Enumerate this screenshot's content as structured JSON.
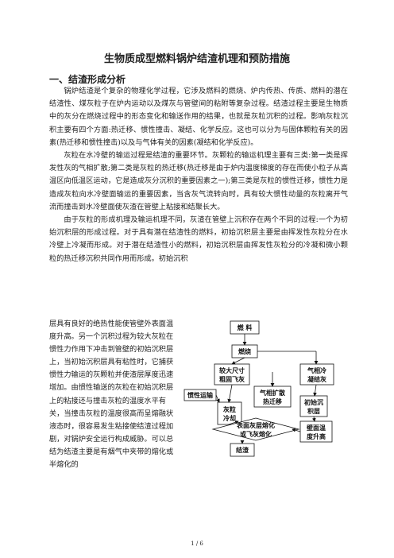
{
  "title": "生物质成型燃料锅炉结渣机理和预防措施",
  "section1": "一、结渣形成分析",
  "paragraphs": [
    "锅炉结渣是个复杂的物理化学过程，它涉及燃料的燃烧、炉内传热、传质、燃料的潜在结渣性、煤灰粒子在炉内运动以及煤灰与管壁间的粘附等复杂过程。结渣过程主要是生物质中的灰分在燃烧过程中的形态变化和输送作用的结果，也就是灰粒沉积的过程。影响灰粒沉积主要有四个方面:热迁移、惯性撞击、凝结、化学反应。这也可以分为与固体颗粒有关的因素(热迁移和惯性撞击)以及与气体有关的因素(凝结和化学反应)。",
    "灰粒在水冷壁的输运过程是结渣的重要环节。灰颗粒的输运机理主要有三类:第一类是挥发性灰的气相扩散;第二类是灰粒的热迁移(热迁移是由于炉内温度梯度的存在而使小粒子从高温区向低温区运动，它是造成灰分沉积的重要因素之一);第三类是灰粒的惯性迁移，惯性力是造成灰粒向水冷壁面输运的重要因素，当含灰气流转向时，具有较大惯性动量的灰粒离开气流而撞击到水冷壁面使灰渣在管壁上粘接和结聚长大。",
    "由于灰粒的形成机理及输运机理不同，灰渣在管壁上沉积存在两个不同的过程:一个为初始沉积层的形成过程。对于具有潜在结渣性的燃料，初始沉积层主要是由挥发性灰粒分在水冷壁上冷凝而形成。对于潜在结渣性小的燃料，初始沉积层由挥发性灰粒分的冷凝和微小颗粒的热迁移沉积共同作用而形成。初始沉积"
  ],
  "wrap_text": "层具有良好的绝热性能使管壁外表面温度升高。另一个沉积过程为较大灰粒在惯性力作用下冲击到管壁的初始沉积层上，当初始沉积层具有粘性时，它捕获惯性力输运的灰颗粒并使渣层厚度迅速增加。由惯性输送的灰粒在初始沉积层上的粘接还与撞击灰粒的温度水平有关，当撞击灰粒的温度很高而呈熔融状液态时，很容易发生粘接使结渣过程加剧，对锅炉安全运行构成威胁。可以总结为结渣主要是有烟气中夹带的熔化或半熔化的",
  "diagram": {
    "fuel": "燃 料",
    "combustion": "燃烧",
    "large_ash": [
      "较大尺寸",
      "粗固飞灰"
    ],
    "condensed_ash": [
      "气相冷",
      "凝结灰"
    ],
    "gas_diffusion": [
      "气相扩散",
      "热迁移"
    ],
    "initial_layer": [
      "初始沉",
      "积层"
    ],
    "inertial_transport": "惯性运输",
    "ash_cooling": [
      "灰粒",
      "冷却"
    ],
    "surface_temp": [
      "壁面温",
      "度升高"
    ],
    "melting": [
      "表面灰层熔化",
      "或飞灰熔化"
    ],
    "slagging": "结渣"
  },
  "footer": "1 / 6"
}
